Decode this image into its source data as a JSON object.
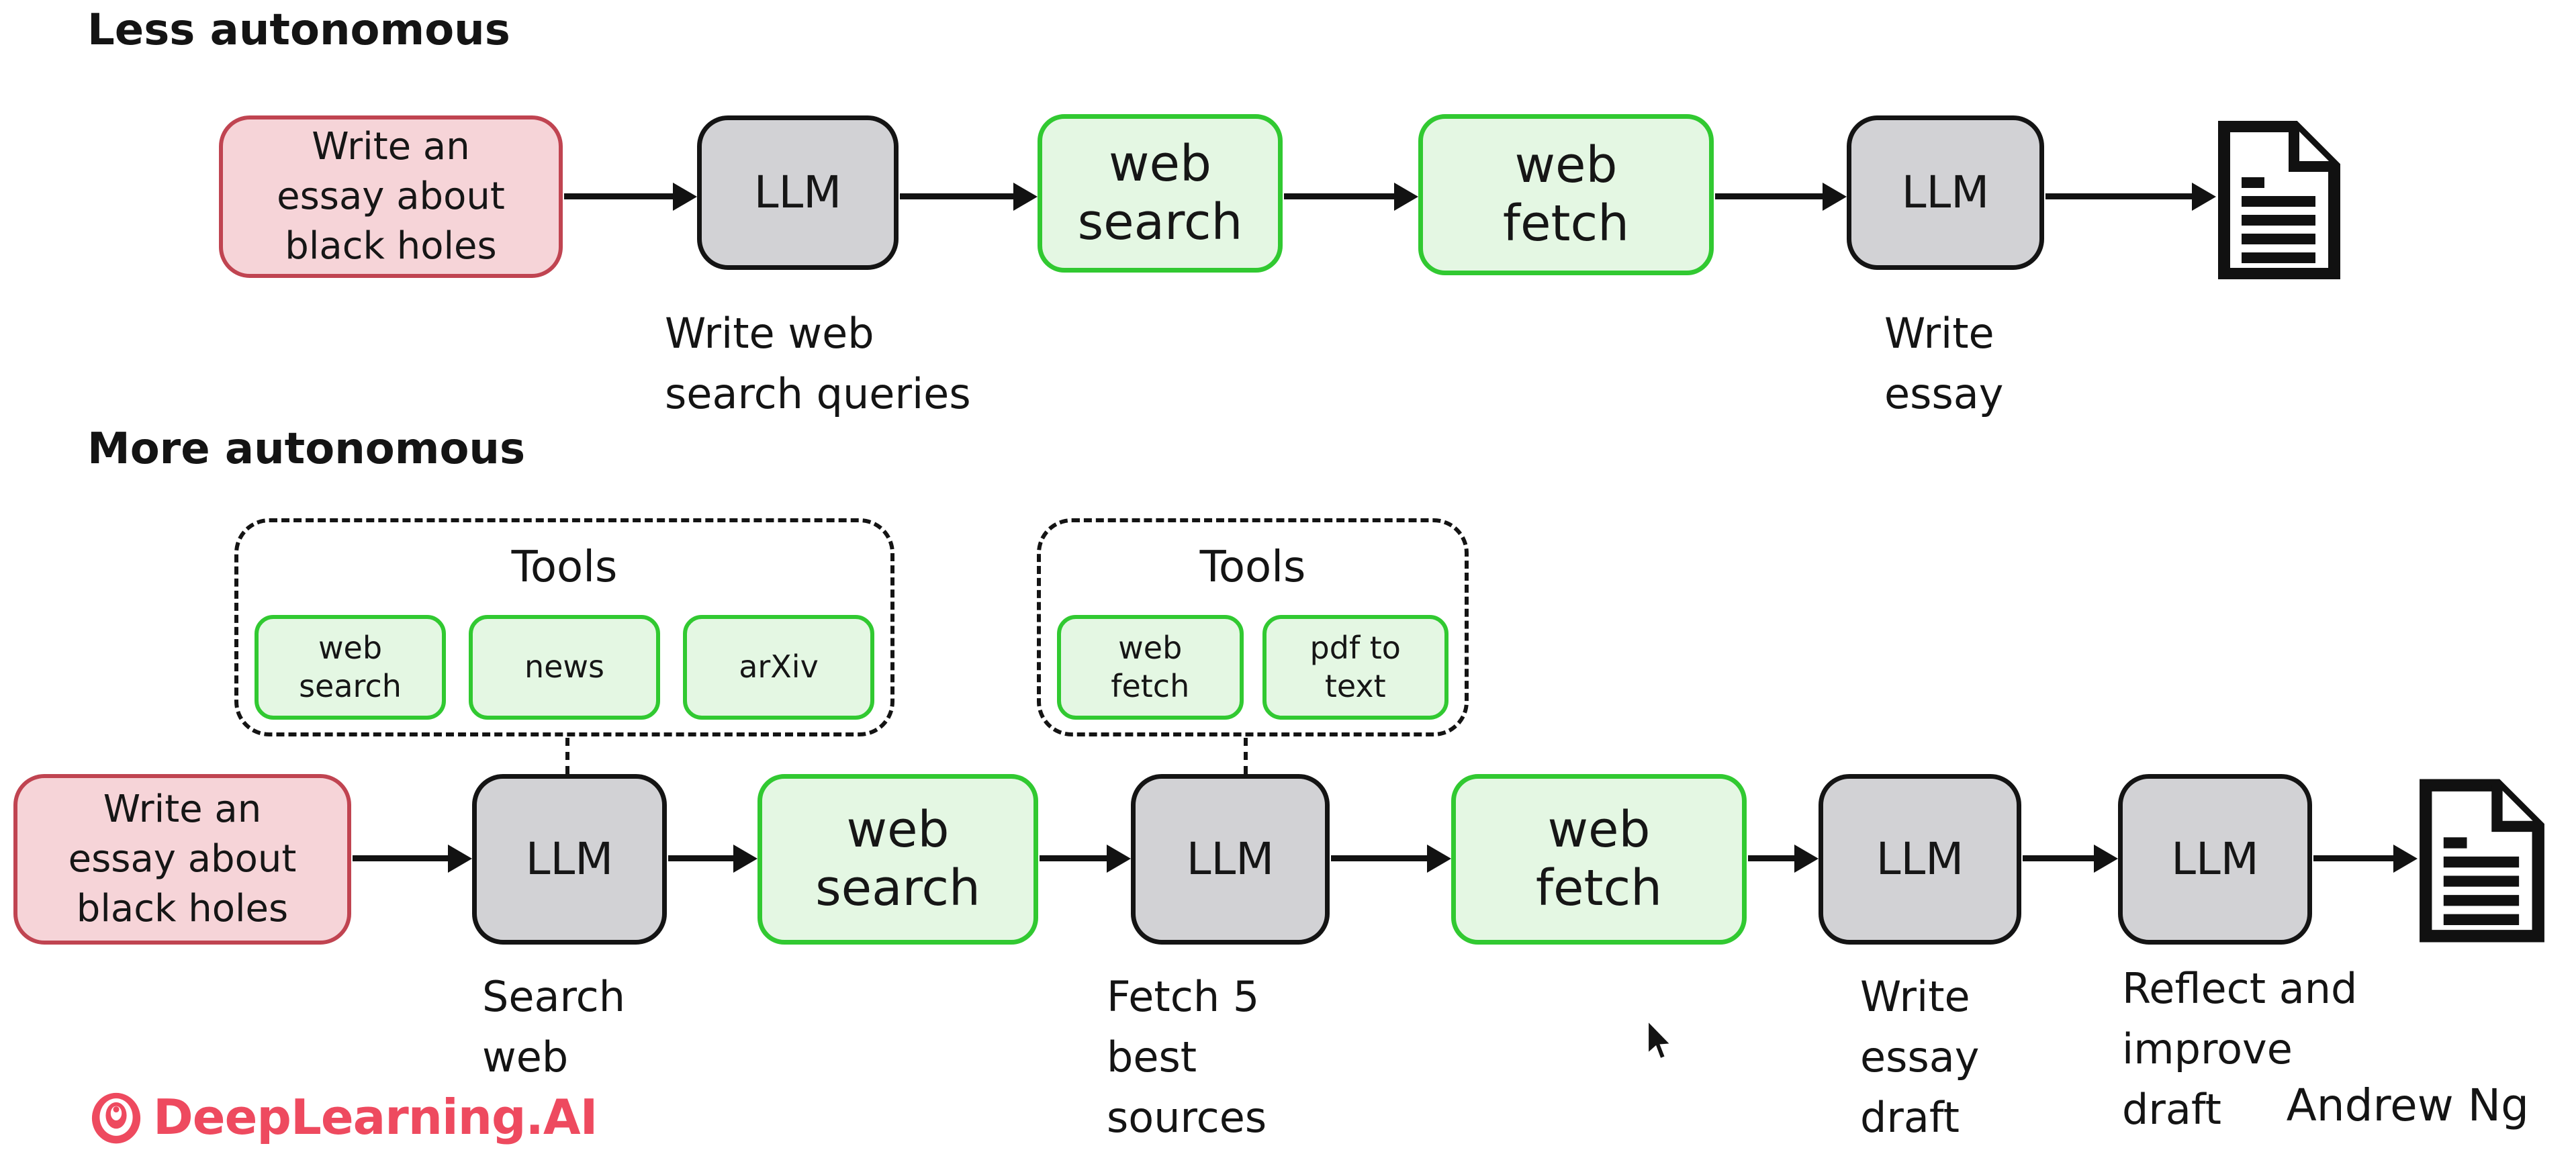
{
  "slide": {
    "titles": {
      "less": "Less autonomous",
      "more": "More autonomous"
    },
    "colors": {
      "tool_fill": "#e4f7e3",
      "tool_border": "#31c931",
      "prompt_fill": "#f6d4d8",
      "prompt_border": "#c04451",
      "llm_fill": "#d2d2d5",
      "llm_border": "#141414",
      "arrow": "#121212",
      "brand": "#ee4a5f"
    },
    "row_less": {
      "prompt": "Write an\nessay about\nblack holes",
      "llm_query": {
        "label": "LLM",
        "caption": "Write web\nsearch queries"
      },
      "web_search": "web\nsearch",
      "web_fetch": "web\nfetch",
      "llm_essay": {
        "label": "LLM",
        "caption": "Write\nessay"
      },
      "output_icon": "document-icon"
    },
    "row_more": {
      "prompt": "Write an\nessay about\nblack holes",
      "llm_search": {
        "label": "LLM",
        "caption": "Search\nweb"
      },
      "web_search": "web\nsearch",
      "llm_fetch": {
        "label": "LLM",
        "caption": "Fetch 5\nbest\nsources"
      },
      "web_fetch": "web\nfetch",
      "llm_draft": {
        "label": "LLM",
        "caption": "Write\nessay\ndraft"
      },
      "llm_reflect": {
        "label": "LLM",
        "caption": "Reflect and\nimprove\ndraft"
      },
      "output_icon": "document-icon"
    },
    "tools_groups": [
      {
        "label": "Tools",
        "items": [
          "web\nsearch",
          "news",
          "arXiv"
        ]
      },
      {
        "label": "Tools",
        "items": [
          "web\nfetch",
          "pdf to\ntext"
        ]
      }
    ],
    "footer": {
      "brand": "DeepLearning.AI",
      "credit": "Andrew Ng"
    }
  }
}
